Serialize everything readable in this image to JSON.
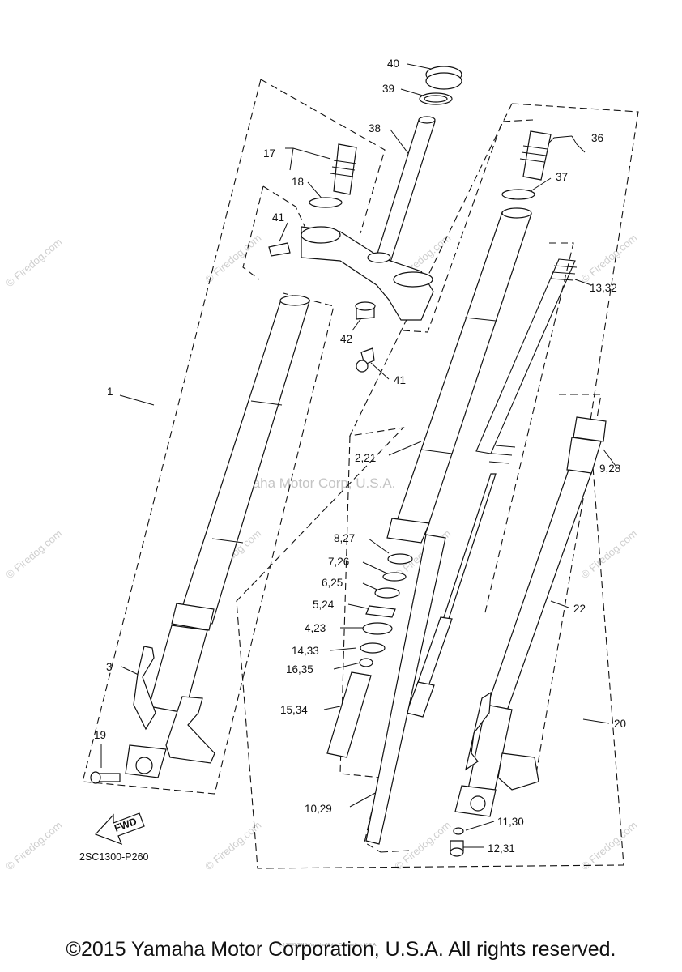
{
  "diagram_code": "2SC1300-P260",
  "fwd_label": "FWD",
  "center_mark": "Yamaha Motor Corp, U.S.A.",
  "watermark": "© Firedog.com",
  "footer_small": "(c) 2000-2015 Yamaha Motor Corporation, U.S.A.",
  "copyright": "©2015 Yamaha Motor Corporation, U.S.A. All rights reserved.",
  "callouts": {
    "c40": "40",
    "c39": "39",
    "c38": "38",
    "c36": "36",
    "c37": "37",
    "c17": "17",
    "c18": "18",
    "c41a": "41",
    "c41b": "41",
    "c42": "42",
    "c1": "1",
    "c13_32": "13,32",
    "c2_21": "2,21",
    "c9_28": "9,28",
    "c8_27": "8,27",
    "c7_26": "7,26",
    "c6_25": "6,25",
    "c5_24": "5,24",
    "c4_23": "4,23",
    "c14_33": "14,33",
    "c16_35": "16,35",
    "c15_34": "15,34",
    "c22": "22",
    "c20": "20",
    "c3": "3",
    "c19": "19",
    "c10_29": "10,29",
    "c11_30": "11,30",
    "c12_31": "12,31"
  }
}
